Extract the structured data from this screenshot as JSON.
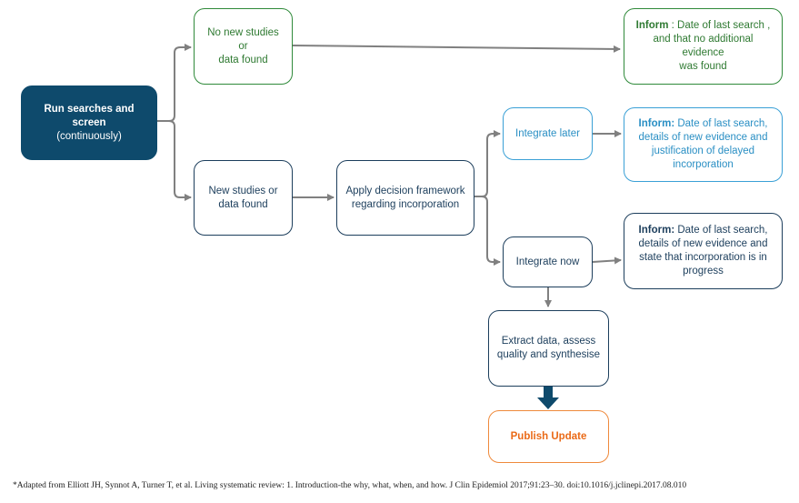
{
  "nodes": {
    "run_searches": {
      "line1": "Run searches and screen",
      "line2": "(continuously)"
    },
    "no_new_studies": {
      "line1": "No new studies or",
      "line2": "data found"
    },
    "new_studies": {
      "line1": "New studies or",
      "line2": "data found"
    },
    "decision_framework": {
      "line1": "Apply decision framework",
      "line2": "regarding incorporation"
    },
    "integrate_later": {
      "label": "Integrate later"
    },
    "integrate_now": {
      "label": "Integrate now"
    },
    "extract_data": {
      "line1": "Extract data, assess",
      "line2": "quality and synthesise"
    },
    "publish_update": {
      "label": "Publish Update"
    },
    "inform_no_new": {
      "label": "Inform",
      "text1": " : Date of last search ,",
      "text2": "and that no additional evidence",
      "text3": "was found"
    },
    "inform_later": {
      "label": "Inform:",
      "text1": " Date of last search,",
      "text2": "details of new evidence and",
      "text3": "justification of delayed",
      "text4": "incorporation"
    },
    "inform_now": {
      "label": "Inform:",
      "text1": " Date of last search,",
      "text2": "details of new evidence and",
      "text3": "state that incorporation is in",
      "text4": "progress"
    }
  },
  "footnote": "*Adapted from Elliott JH, Synnot A, Turner T, et al. Living systematic review: 1. Introduction-the why, what, when, and how. J Clin Epidemiol 2017;91:23–30. doi:10.1016/j.jclinepi.2017.08.010",
  "colors": {
    "dark_blue": "#1c3e5c",
    "filled_blue": "#0e4a6c",
    "green": "#2f8a3a",
    "light_blue": "#3aa0d6",
    "orange": "#ef8a3c",
    "connector_gray": "#808080"
  }
}
